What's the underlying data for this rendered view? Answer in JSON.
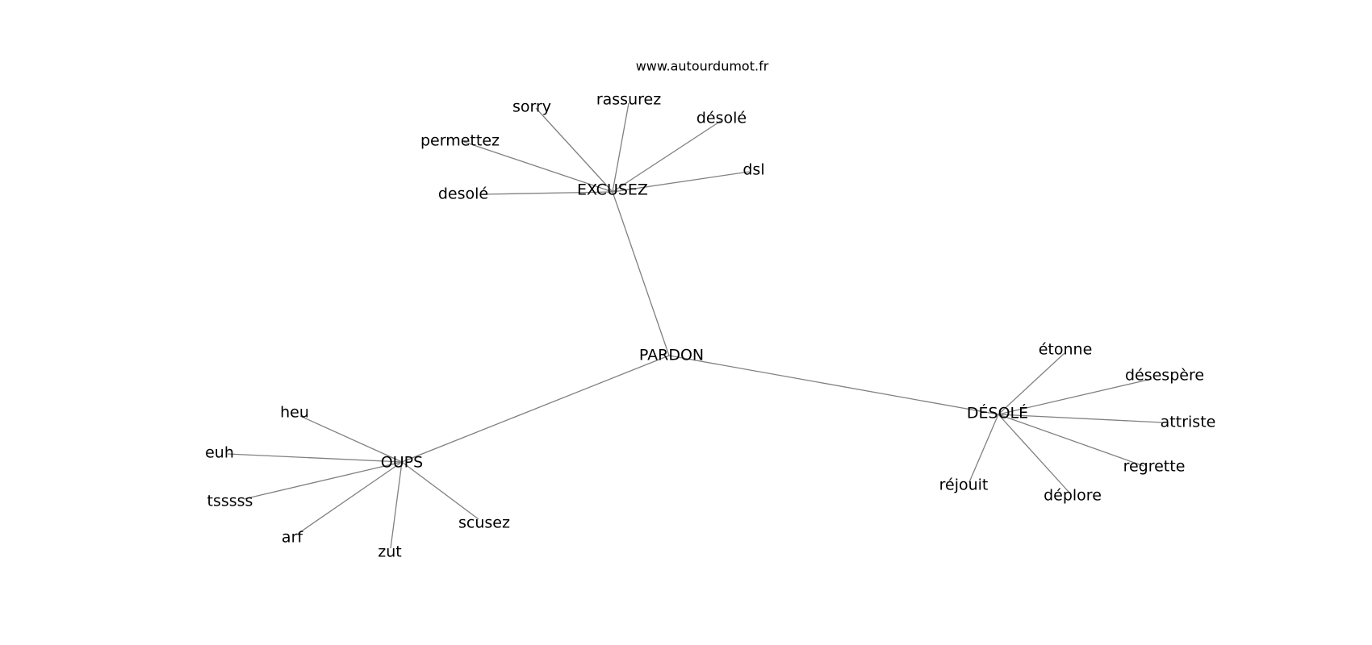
{
  "watermark": "www.autourdumot.fr",
  "graph": {
    "center": "PARDON",
    "clusters": [
      {
        "hub": "EXCUSEZ",
        "words": [
          "sorry",
          "rassurez",
          "désolé",
          "permettez",
          "dsl",
          "desolé"
        ]
      },
      {
        "hub": "OUPS",
        "words": [
          "heu",
          "euh",
          "tsssss",
          "arf",
          "zut",
          "scusez"
        ]
      },
      {
        "hub": "DÉSOLÉ",
        "words": [
          "étonne",
          "désespère",
          "attriste",
          "regrette",
          "déplore",
          "réjouit"
        ]
      }
    ]
  },
  "colors": {
    "edge": "#808080",
    "text": "#000000",
    "background": "#ffffff"
  }
}
